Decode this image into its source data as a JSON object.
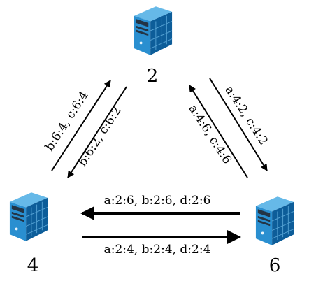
{
  "nodes": [
    {
      "id": "2",
      "label": "2",
      "icon": "server-icon"
    },
    {
      "id": "4",
      "label": "4",
      "icon": "server-icon"
    },
    {
      "id": "6",
      "label": "6",
      "icon": "server-icon"
    }
  ],
  "edges": {
    "from4_to2": "b:6:4, c:6:4",
    "from2_to4": "b:6:2, c:6:2",
    "from6_to2": "a:4:6, c:4:6",
    "from2_to6": "a:4:2, c:4:2",
    "from6_to4": "a:2:6, b:2:6, d:2:6",
    "from4_to6": "a:2:4, b:2:4, d:2:4"
  },
  "colors": {
    "server_front": "#2a8fd0",
    "server_side": "#0d5d99",
    "server_top": "#66b9e8",
    "server_dark": "#233445",
    "arrow": "#000000"
  }
}
